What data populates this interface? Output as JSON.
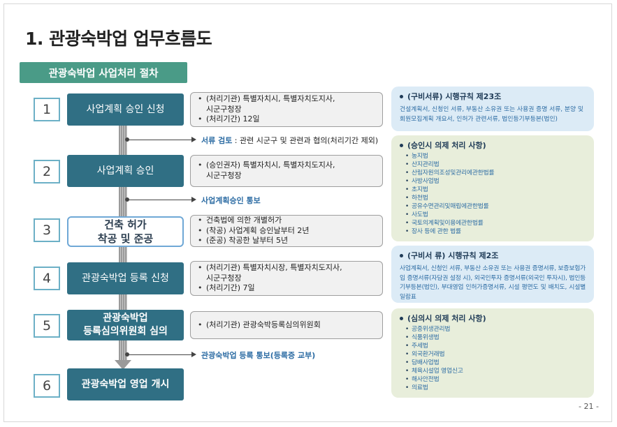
{
  "title": "1. 관광숙박업  업무흐름도",
  "subtitle": "관광숙박업 사업처리 절차",
  "steps": [
    {
      "num": "1",
      "label": "사업계획  승인 신청"
    },
    {
      "num": "2",
      "label": "사업계획  승인"
    },
    {
      "num": "3",
      "label": "건축 허가\n착공 및  준공"
    },
    {
      "num": "4",
      "label": "관광숙박업 등록 신청"
    },
    {
      "num": "5",
      "label": "관광숙박업\n등록심의위원회 심의"
    },
    {
      "num": "6",
      "label": "관광숙박업 영업 개시"
    }
  ],
  "info": [
    {
      "items": [
        "(처리기관) 특별자치시, 특별자치도지사,",
        "(처리기간) 12일"
      ],
      "cont": "시군구청장"
    },
    {
      "items": [
        "(승인권자) 특별자치시, 특별자치도지사,"
      ],
      "cont": "시군구청장"
    },
    {
      "items": [
        "건축법에 의한 개별허가",
        "(착공) 사업계획 승인날부터 2년",
        "(준공) 착공한 날부터 5년"
      ]
    },
    {
      "items": [
        "(처리기관) 특별자치시장, 특별자치도지사,",
        "(처리기간) 7일"
      ],
      "cont": "시군구청장"
    },
    {
      "items": [
        "(처리기관) 관광숙박등록심의위원회"
      ]
    }
  ],
  "notes": {
    "n1_hl": "서류 검토",
    "n1_rest": " : 관련 시군구 및 관련과 협의(처리기간 제외)",
    "n2": "사업계획승인 통보",
    "n3": "관광숙박업 등록  통보(등록증 교부)"
  },
  "right_panels": {
    "p1": {
      "head": "(구비서류) 시행규칙 제23조",
      "body": "건설계획서, 신청인 서류, 부동산 소유권 또는 사용권 증명 서류, 분양 및 회원모집계획 개요서, 인허가 관련서류, 법인등기부등본(법인)"
    },
    "p2": {
      "head": "(승인시 의제 처리 사항)",
      "items": [
        "농지법",
        "산지관리법",
        "산림자원의조성및관리에관한법률",
        "사방사업법",
        "초지법",
        "하천법",
        "공유수면관리및매립에관한법률",
        "사도법",
        "국토의계획및이용에관한법률",
        "장사 등에 관한 법률"
      ]
    },
    "p3": {
      "head": "(구비서 류) 시행규칙 제2조",
      "body": "사업계획서, 신청인 서류, 부동산 소유권 또는 사용권 증명서류, 보증보험가입 증명서류(자담권 설정 시), 외국인투자 증명서류(외국인 투자시), 법인등기부등본(법인), 부대영업 인허가증명서류, 시설 평면도 및 배치도, 시설별 일람표"
    },
    "p4": {
      "head": "(심의시 의제 처리 사항)",
      "items": [
        "공중위생관리법",
        "식품위생법",
        "주세법",
        "외국환거래법",
        "담배사업법",
        "체육시설업 영업신고",
        "해사안전법",
        "의료법"
      ]
    }
  },
  "page_number": "- 21 -",
  "colors": {
    "step": "#306f84",
    "subtitle": "#4a9b87",
    "number_border": "#6cb0c6",
    "accent": "#2e6da4"
  }
}
